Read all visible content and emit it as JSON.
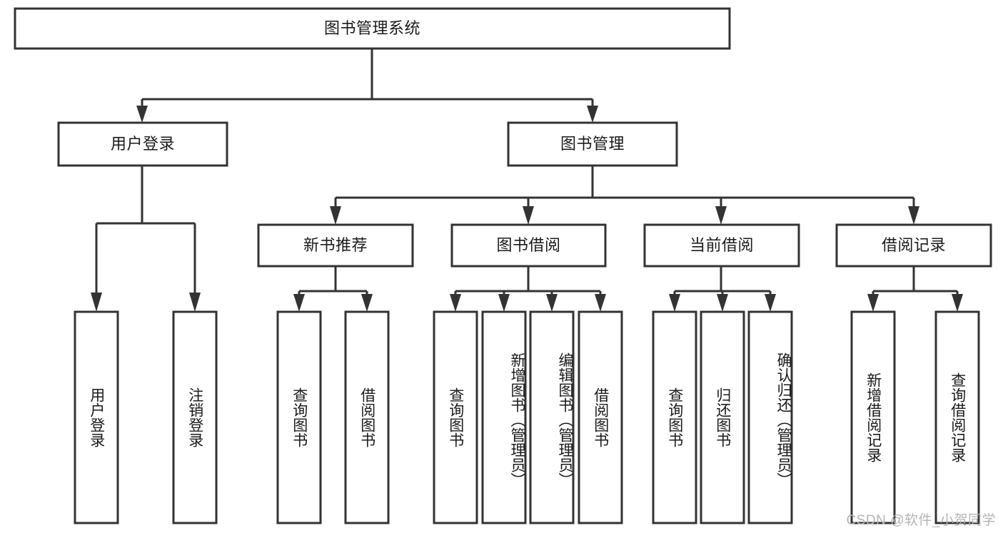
{
  "diagram": {
    "title": "图书管理系统",
    "type": "tree-hierarchy",
    "root": {
      "label": "图书管理系统"
    },
    "level2": [
      {
        "label": "用户登录"
      },
      {
        "label": "图书管理"
      }
    ],
    "level3": [
      {
        "label": "新书推荐"
      },
      {
        "label": "图书借阅"
      },
      {
        "label": "当前借阅"
      },
      {
        "label": "借阅记录"
      }
    ],
    "leaves": {
      "user_login": [
        {
          "label": "用户登录"
        },
        {
          "label": "注销登录"
        }
      ],
      "new_book_recommend": [
        {
          "label": "查询图书"
        },
        {
          "label": "借阅图书"
        }
      ],
      "book_borrow": [
        {
          "label": "查询图书"
        },
        {
          "label": "新增图书（管理员）"
        },
        {
          "label": "编辑图书（管理员）"
        },
        {
          "label": "借阅图书"
        }
      ],
      "current_borrow": [
        {
          "label": "查询图书"
        },
        {
          "label": "归还图书"
        },
        {
          "label": "确认归还（管理员）"
        }
      ],
      "borrow_records": [
        {
          "label": "新增借阅记录"
        },
        {
          "label": "查询借阅记录"
        }
      ]
    }
  },
  "watermark": {
    "text": "CSDN @软件_小贺同学"
  },
  "colors": {
    "stroke": "#333333",
    "fill": "#ffffff",
    "text": "#1a1a1a",
    "watermark": "#b4b4b4"
  }
}
